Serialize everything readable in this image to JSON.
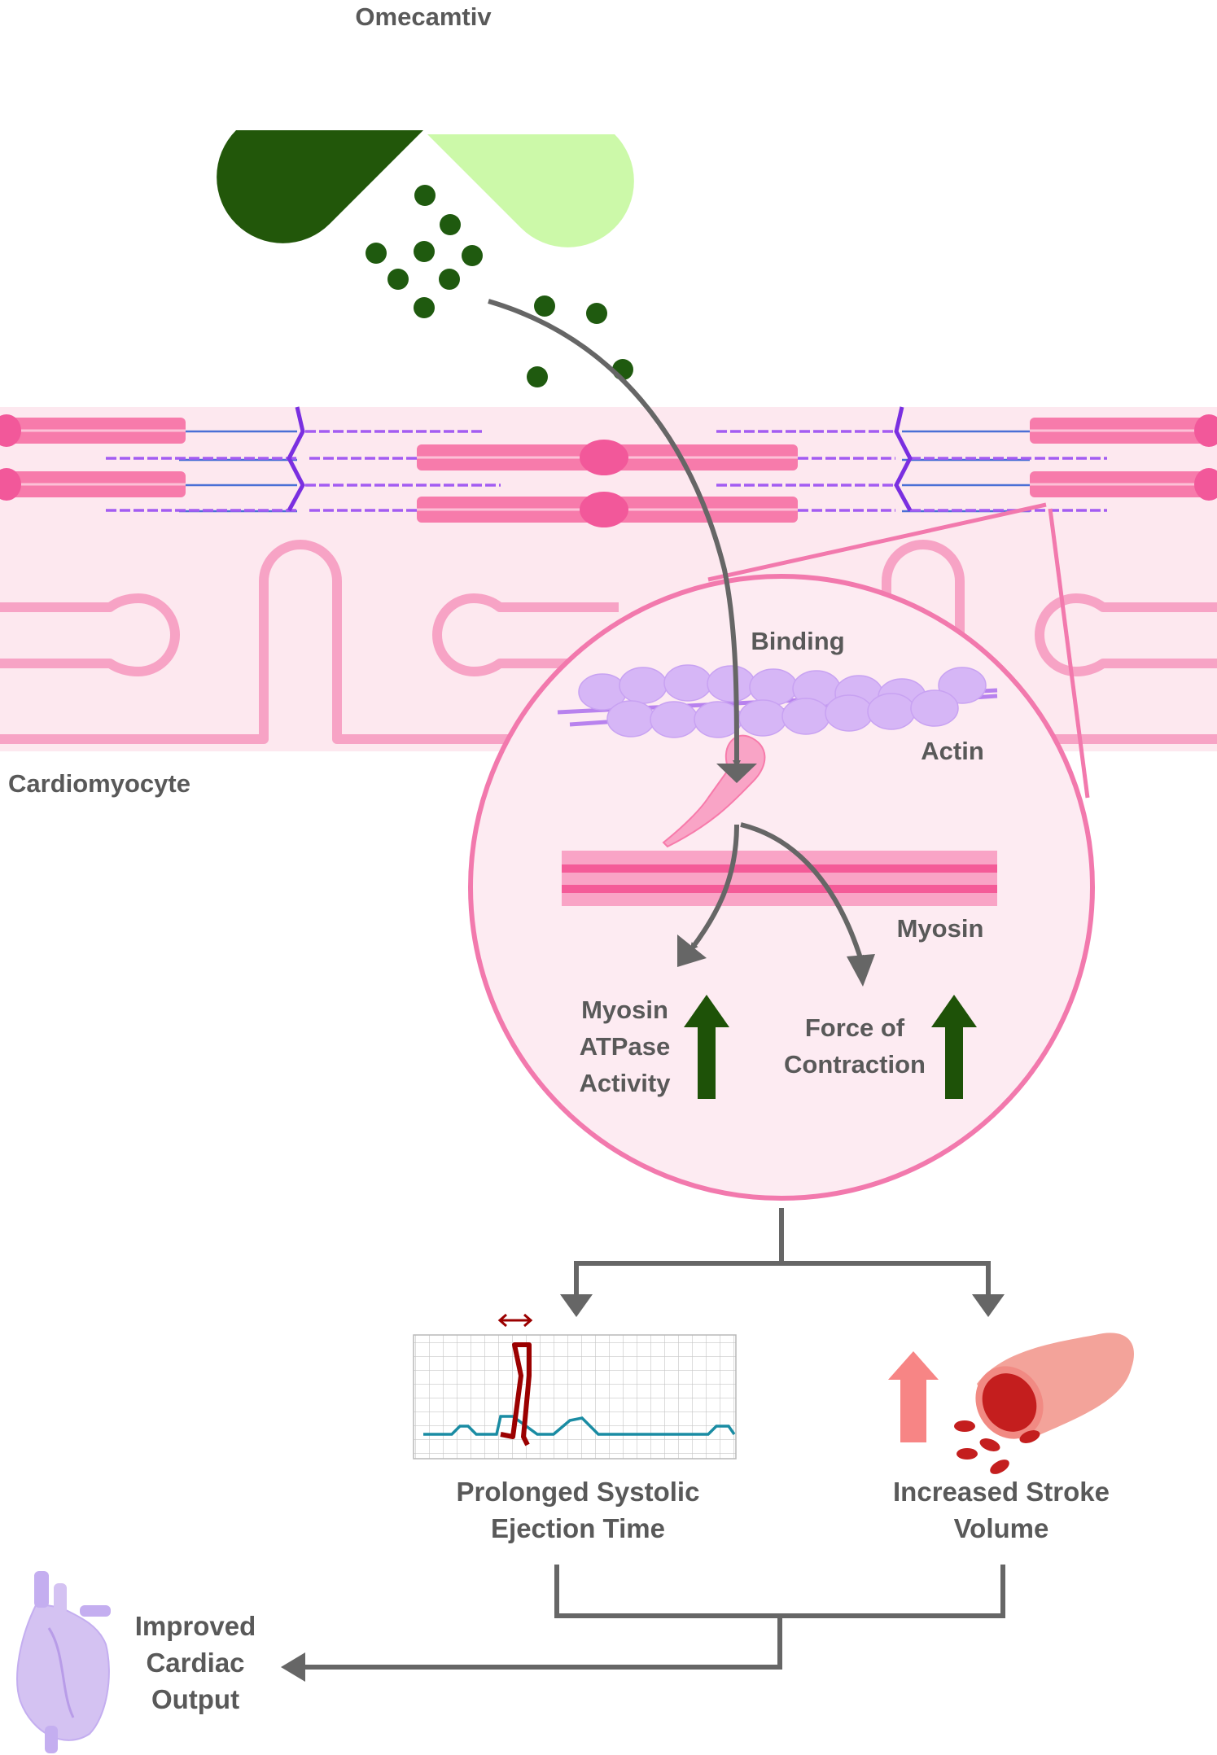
{
  "labels": {
    "drug": "Omecamtiv",
    "cell": "Cardiomyocyte",
    "binding": "Binding",
    "actin": "Actin",
    "myosin": "Myosin",
    "atpase": [
      "Myosin",
      "ATPase",
      "Activity"
    ],
    "force": [
      "Force of",
      "Contraction"
    ],
    "ejection": [
      "Prolonged Systolic",
      "Ejection Time"
    ],
    "stroke": [
      "Increased Stroke",
      "Volume"
    ],
    "output": [
      "Improved",
      "Cardiac",
      "Output"
    ]
  },
  "colors": {
    "capsule_dark": "#22570a",
    "capsule_light": "#ccf9a9",
    "particle": "#1f5a0f",
    "cell_background": "#fde8ef",
    "membrane": "#f7a3c5",
    "sarcomere_pink": "#f77bab",
    "filament_purple": "#a35cf2",
    "arrow_gray": "#666666",
    "up_arrow_green": "#1e5208",
    "ecg_red": "#9b0000",
    "ecg_teal": "#1a8ca3",
    "up_arrow_salmon": "#f78585",
    "vessel": "#f3a39a",
    "blood_red": "#c41e1e",
    "heart_lavender": "#d4c2f2"
  },
  "icons": [
    "capsule-icon",
    "ecg-grid-icon",
    "blood-vessel-icon",
    "heart-icon"
  ]
}
